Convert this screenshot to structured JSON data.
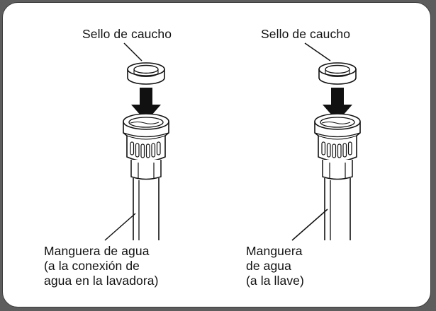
{
  "left_assembly": {
    "seal_label": "Sello de caucho",
    "hose_label": "Manguera de agua\n(a la conexión de\nagua en la lavadora)"
  },
  "right_assembly": {
    "seal_label": "Sello de caucho",
    "hose_label": "Manguera\nde agua\n(a la llave)"
  },
  "colors": {
    "background": "#5d5d5d",
    "panel": "#ffffff",
    "line": "#111111"
  }
}
